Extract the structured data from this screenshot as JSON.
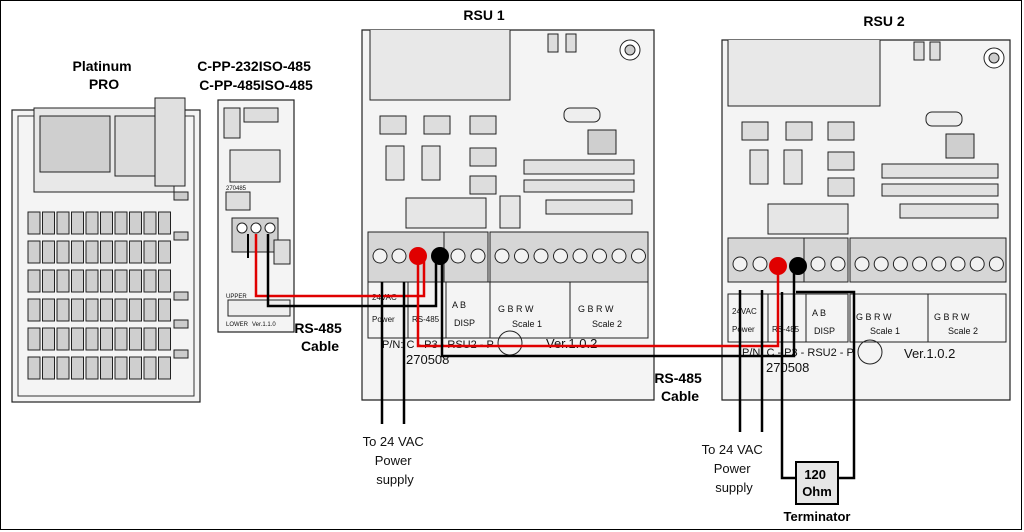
{
  "devices": {
    "platinum": "Platinum\nPRO",
    "converter_line1": "C-PP-232ISO-485",
    "converter_line2": "C-PP-485ISO-485",
    "rsu1": "RSU 1",
    "rsu2": "RSU 2"
  },
  "converter_board": {
    "code": "270485",
    "upper": "UPPER",
    "lower": "LOWER",
    "version": "Ver.1.1.0"
  },
  "rsu1_board": {
    "terminals": {
      "power": "24VAC\nPower",
      "rs485": "RS-485",
      "disp": "DISP",
      "ab": "A  B",
      "scale1": "Scale 1",
      "scale2": "Scale 2",
      "gbrw": "G  B  R  W"
    },
    "part_number": "P/N: C - P3 - RSU2 - P",
    "serial": "270508",
    "version": "Ver.1.0.2"
  },
  "rsu2_board": {
    "terminals": {
      "power": "24VAC\nPower",
      "rs485": "RS-485",
      "disp": "DISP",
      "ab": "A  B",
      "scale1": "Scale 1",
      "scale2": "Scale 2",
      "gbrw": "G  B  R  W"
    },
    "part_number": "P/N: C - P3 - RSU2 - P",
    "serial": "270508",
    "version": "Ver.1.0.2"
  },
  "labels": {
    "cable1": "RS-485\nCable",
    "cable2": "RS-485\nCable",
    "power1": "To 24 VAC\nPower\nsupply",
    "power2": "To 24 VAC\nPower\nsupply",
    "terminator_value": "120\nOhm",
    "terminator_caption": "Terminator"
  },
  "colors": {
    "wire_red": "#e00000",
    "wire_black": "#000000"
  }
}
